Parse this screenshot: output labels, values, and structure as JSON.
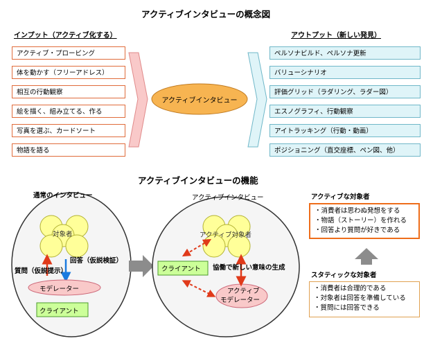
{
  "concept_title": "アクティブインタビューの概念図",
  "input_heading": "インプット（アクティブ化する）",
  "output_heading": "アウトプット（新しい発見）",
  "inputs": [
    "アクティブ・プロービング",
    "体を動かす（フリーアドレス）",
    "相互の行動観察",
    "絵を描く、組み立てる、作る",
    "写真を選ぶ、カードソート",
    "物語を語る"
  ],
  "center_label": "アクティブインタビュー",
  "outputs": [
    "ペルソナビルド、ペルソナ更新",
    "バリューシナリオ",
    "評価グリッド（ラダリング、ラダー図）",
    "エスノグラフィ、行動観察",
    "アイトラッキング（行動・動画）",
    "ポジショニング（直交座標、ペン図、他）"
  ],
  "function_title": "アクティブインタビューの機能",
  "normal": {
    "title": "通常のインタビュー",
    "subjects": "対象者",
    "answer": "回答（仮説検証）",
    "question": "質問（仮説提示）",
    "moderator": "モデレーター",
    "client": "クライアント"
  },
  "active": {
    "title": "アクティブインタビュー",
    "subjects": "アクティブ対象者",
    "client": "クライアント",
    "collab": "協働で新しい意味の生成",
    "moderator_line1": "アクティブ",
    "moderator_line2": "モデレーター"
  },
  "active_subjects": {
    "title": "アクティブな対象者",
    "items": [
      "・消費者は思わぬ発想をする",
      "・物語（ストーリー）を作れる",
      "・回答より質問が好きである"
    ]
  },
  "static_subjects": {
    "title": "スタティックな対象者",
    "items": [
      "・消費者は合理的である",
      "・対象者は回答を準備している",
      "・質問には回答できる"
    ]
  },
  "colors": {
    "input_border": "#e06b3a",
    "output_border": "#6fb7c8",
    "output_fill": "#dff4f8",
    "circle_fill": "#ffff99",
    "ellipse_fill": "#f5f5f5",
    "pink_fill": "#f9c9c9",
    "green_fill": "#ccff99",
    "arrow_red": "#e03a1a",
    "arrow_blue": "#1a7adf",
    "gray_arrow": "#8c8c8c"
  }
}
